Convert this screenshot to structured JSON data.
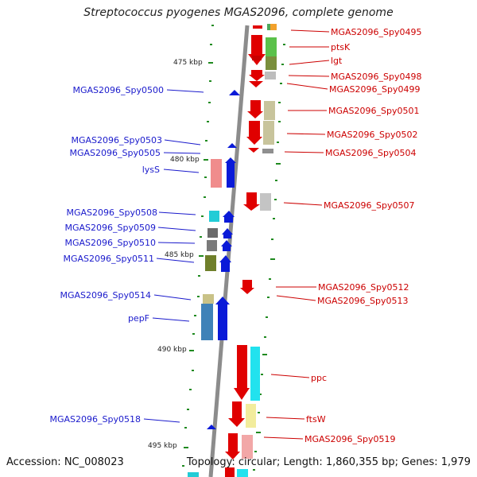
{
  "title": "Streptococcus pyogenes MGAS2096, complete genome",
  "footer": {
    "accession": "Accession: NC_008023",
    "summary": "Topology: circular; Length: 1,860,355 bp; Genes: 1,979"
  },
  "scale_labels": [
    "475 kbp",
    "480 kbp",
    "485 kbp",
    "490 kbp",
    "495 kbp"
  ],
  "left_genes": [
    "MGAS2096_Spy0500",
    "MGAS2096_Spy0503",
    "MGAS2096_Spy0505",
    "lysS",
    "MGAS2096_Spy0508",
    "MGAS2096_Spy0509",
    "MGAS2096_Spy0510",
    "MGAS2096_Spy0511",
    "MGAS2096_Spy0514",
    "pepF",
    "MGAS2096_Spy0518"
  ],
  "right_genes": [
    "MGAS2096_Spy0495",
    "ptsK",
    "lgt",
    "MGAS2096_Spy0498",
    "MGAS2096_Spy0499",
    "MGAS2096_Spy0501",
    "MGAS2096_Spy0502",
    "MGAS2096_Spy0504",
    "MGAS2096_Spy0507",
    "MGAS2096_Spy0512",
    "MGAS2096_Spy0513",
    "ppc",
    "ftsW",
    "MGAS2096_Spy0519"
  ],
  "colors": {
    "left_label": "#1a1acc",
    "right_label": "#cc0000",
    "forward_gene": "#e00000",
    "reverse_gene": "#0a1ad8",
    "backbone": "#8c8c8c",
    "ticks": "#1f8a1f"
  }
}
